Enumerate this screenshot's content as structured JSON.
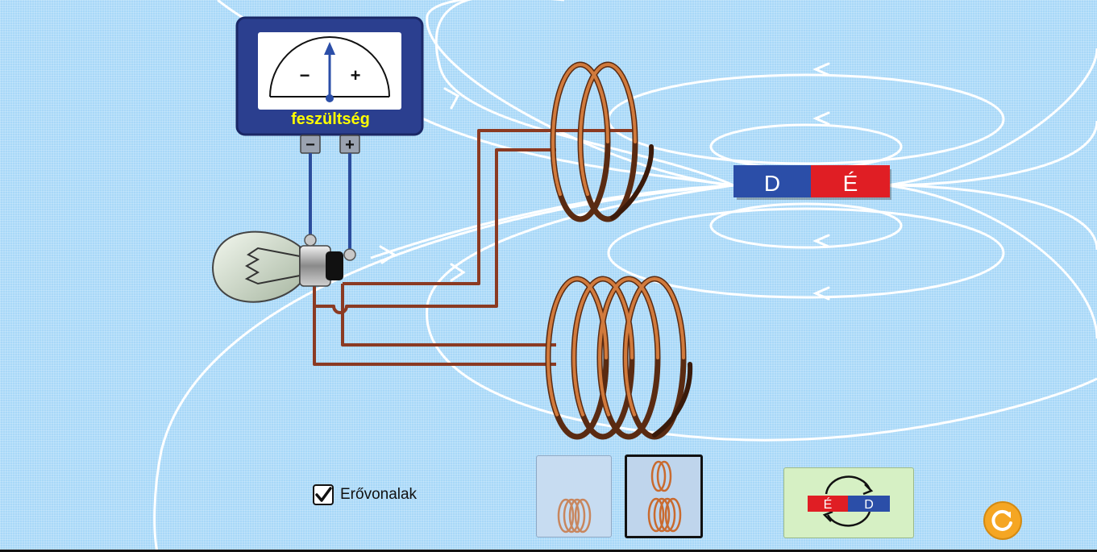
{
  "meter": {
    "label": "feszültség",
    "minus_symbol": "−",
    "plus_symbol": "+",
    "terminal_minus": "−",
    "terminal_plus": "+"
  },
  "magnet": {
    "pole_left": "D",
    "pole_right": "É",
    "color_left": "#2b4ea8",
    "color_right": "#e01e24"
  },
  "controls": {
    "field_lines_label": "Erővonalak",
    "field_lines_checked": true,
    "coil_single_selected": false,
    "coil_double_selected": true,
    "flip_magnet": {
      "pole_left": "É",
      "pole_right": "D"
    },
    "reset_icon": "reset-icon"
  },
  "colors": {
    "background": "#a8d8f8",
    "meter_frame": "#2b3f8f",
    "meter_label": "#ffff00",
    "copper": "#c96a2e",
    "wire": "#8b3a22",
    "field_lines": "#ffffff",
    "reset": "#f5a623"
  }
}
